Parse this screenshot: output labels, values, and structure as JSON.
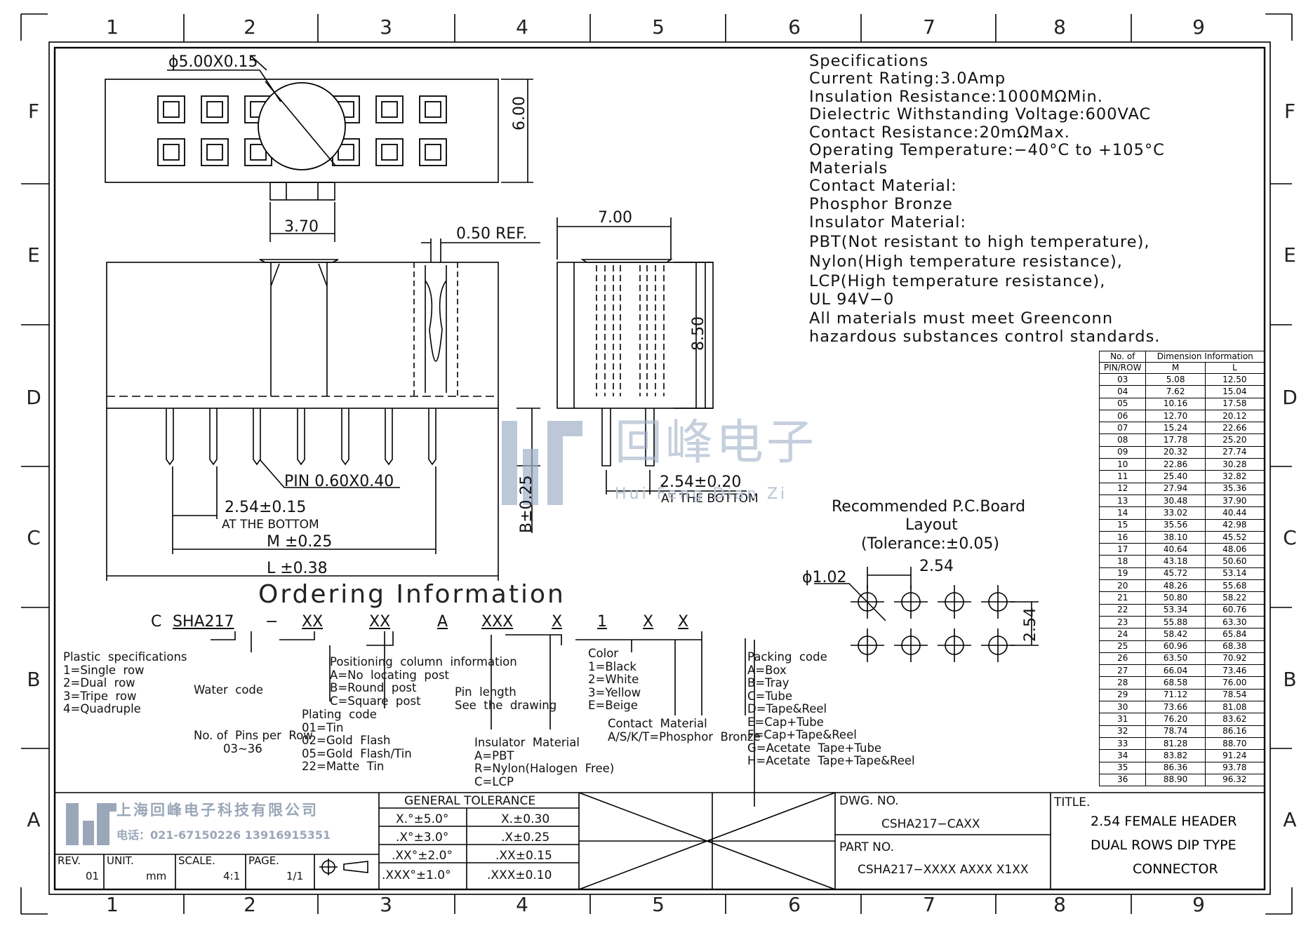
{
  "zones": {
    "columns": [
      "1",
      "2",
      "3",
      "4",
      "5",
      "6",
      "7",
      "8",
      "9"
    ],
    "rows": [
      "F",
      "E",
      "D",
      "C",
      "B",
      "A"
    ]
  },
  "specifications": [
    "Specifications",
    "Current  Rating:3.0Amp",
    "Insulation  Resistance:1000MΩMin.",
    "Dielectric  Withstanding  Voltage:600VAC",
    "Contact  Resistance:20mΩMax.",
    "Operating  Temperature:−40°C  to  +105°C",
    "Materials",
    "Contact  Material:",
    "Phosphor  Bronze",
    "Insulator  Material:",
    "PBT(Not  resistant  to  high  temperature),",
    "Nylon(High  temperature  resistance),",
    "LCP(High  temperature  resistance),",
    "UL  94V−0",
    "All  materials  must  meet  Greenconn",
    "hazardous  substances  control  standards."
  ],
  "dimensions": {
    "circle_dia": "ϕ5.00X0.15",
    "width_6": "6.00",
    "w_370": "3.70",
    "ref_050": "0.50  REF.",
    "w_700": "7.00",
    "h_850": "8.50",
    "pin": "PIN  0.60X0.40",
    "pitch_015": "2.54±0.15",
    "at_bottom": "AT THE BOTTOM",
    "m_025": "M  ±0.25",
    "l_038": "L  ±0.38",
    "b_025": "B±0.25",
    "pitch_020": "2.54±0.20",
    "at_bottom2": "AT THE BOTTOM"
  },
  "watermark": {
    "cn": "回峰电子",
    "pinyin": "Hui  Feng  Dian  Zi"
  },
  "pcb": {
    "title1": "Recommended  P.C.Board",
    "title2": "Layout",
    "title3": "(Tolerance:±0.05)",
    "hole": "ϕ1.02",
    "pitch_h": "2.54",
    "pitch_v": "2.54"
  },
  "dim_table": {
    "header1": "No.  of",
    "header2": "Dimension  Information",
    "header3": "PIN/ROW",
    "col_m": "M",
    "col_l": "L",
    "rows": [
      [
        "03",
        "5.08",
        "12.50"
      ],
      [
        "04",
        "7.62",
        "15.04"
      ],
      [
        "05",
        "10.16",
        "17.58"
      ],
      [
        "06",
        "12.70",
        "20.12"
      ],
      [
        "07",
        "15.24",
        "22.66"
      ],
      [
        "08",
        "17.78",
        "25.20"
      ],
      [
        "09",
        "20.32",
        "27.74"
      ],
      [
        "10",
        "22.86",
        "30.28"
      ],
      [
        "11",
        "25.40",
        "32.82"
      ],
      [
        "12",
        "27.94",
        "35.36"
      ],
      [
        "13",
        "30.48",
        "37.90"
      ],
      [
        "14",
        "33.02",
        "40.44"
      ],
      [
        "15",
        "35.56",
        "42.98"
      ],
      [
        "16",
        "38.10",
        "45.52"
      ],
      [
        "17",
        "40.64",
        "48.06"
      ],
      [
        "18",
        "43.18",
        "50.60"
      ],
      [
        "19",
        "45.72",
        "53.14"
      ],
      [
        "20",
        "48.26",
        "55.68"
      ],
      [
        "21",
        "50.80",
        "58.22"
      ],
      [
        "22",
        "53.34",
        "60.76"
      ],
      [
        "23",
        "55.88",
        "63.30"
      ],
      [
        "24",
        "58.42",
        "65.84"
      ],
      [
        "25",
        "60.96",
        "68.38"
      ],
      [
        "26",
        "63.50",
        "70.92"
      ],
      [
        "27",
        "66.04",
        "73.46"
      ],
      [
        "28",
        "68.58",
        "76.00"
      ],
      [
        "29",
        "71.12",
        "78.54"
      ],
      [
        "30",
        "73.66",
        "81.08"
      ],
      [
        "31",
        "76.20",
        "83.62"
      ],
      [
        "32",
        "78.74",
        "86.16"
      ],
      [
        "33",
        "81.28",
        "88.70"
      ],
      [
        "34",
        "83.82",
        "91.24"
      ],
      [
        "35",
        "86.36",
        "93.78"
      ],
      [
        "36",
        "88.90",
        "96.32"
      ]
    ]
  },
  "ordering": {
    "title": "Ordering  Information",
    "code": [
      "C",
      "SHA217",
      "−",
      "XX",
      "XX",
      "A",
      "XXX",
      "X",
      "1",
      "X",
      "X"
    ],
    "plastic": "Plastic  specifications\n1=Single  row\n2=Dual  row\n3=Tripe  row\n4=Quadruple",
    "water": "Water  code",
    "pins_per_row": "No. of  Pins per  Row\n        03~36",
    "plating": "Plating  code\n01=Tin\n02=Gold  Flash\n05=Gold  Flash/Tin\n22=Matte  Tin",
    "positioning": "Positioning  column  information\nA=No  locating  post\nB=Round  post\nC=Square  post",
    "pin_length": "Pin  length\nSee  the  drawing",
    "insulator": "Insulator  Material\nA=PBT\nR=Nylon(Halogen  Free)\nC=LCP",
    "color": "Color\n1=Black\n2=White\n3=Yellow\nE=Beige",
    "contact": "Contact  Material\nA/S/K/T=Phosphor  Bronze",
    "packing": "Packing  code\nA=Box\nB=Tray\nC=Tube\nD=Tape&Reel\nE=Cap+Tube\nF=Cap+Tape&Reel\nG=Acetate  Tape+Tube\nH=Acetate  Tape+Tape&Reel"
  },
  "title_block": {
    "company_cn": "上海回峰电子科技有限公司",
    "phone": "电话：021-67150226  13916915351",
    "rev_label": "REV.",
    "rev": "01",
    "unit_label": "UNIT.",
    "unit": "mm",
    "scale_label": "SCALE.",
    "scale": "4:1",
    "page_label": "PAGE.",
    "page": "1/1",
    "tolerance_title": "GENERAL  TOLERANCE",
    "tolerances": [
      [
        "X.°±5.0°",
        "X.±0.30"
      ],
      [
        ".X°±3.0°",
        ".X±0.25"
      ],
      [
        ".XX°±2.0°",
        ".XX±0.15"
      ],
      [
        ".XXX°±1.0°",
        ".XXX±0.10"
      ]
    ],
    "dwg_label": "DWG.  NO.",
    "dwg": "CSHA217−CAXX",
    "part_label": "PART  NO.",
    "part": "CSHA217−XXXX  AXXX  X1XX",
    "title_label": "TITLE.",
    "title_lines": [
      "2.54  FEMALE  HEADER",
      "DUAL  ROWS  DIP  TYPE",
      "CONNECTOR"
    ]
  }
}
